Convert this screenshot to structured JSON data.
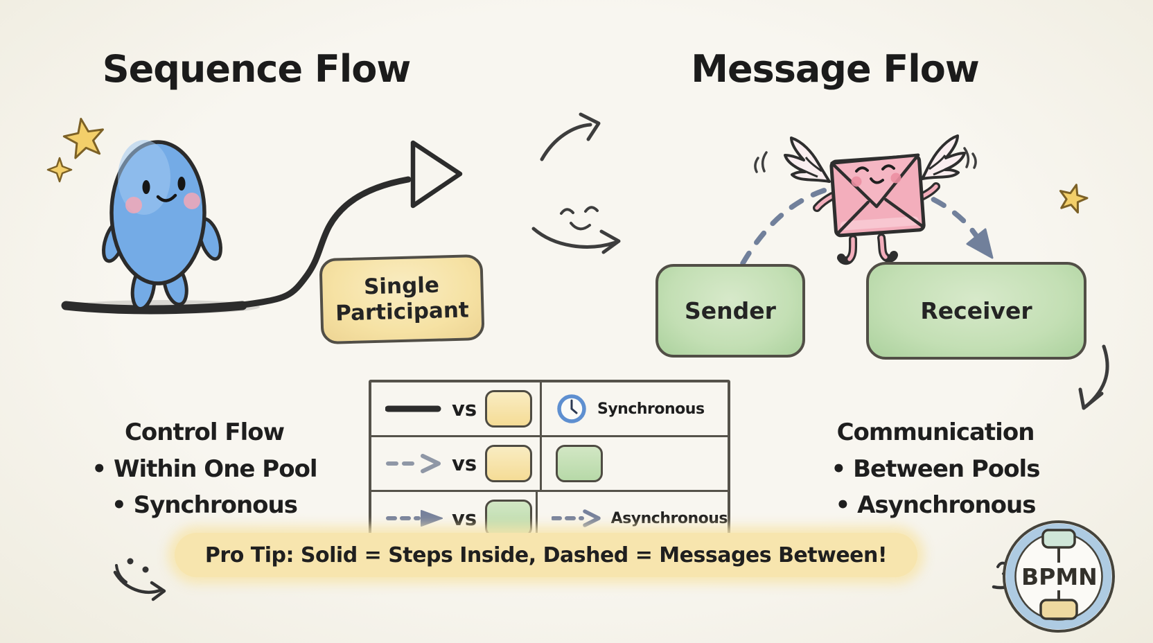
{
  "titles": {
    "sequence": "Sequence Flow",
    "message": "Message Flow"
  },
  "participants": {
    "single": "Single Participant",
    "sender": "Sender",
    "receiver": "Receiver"
  },
  "table": {
    "rows": [
      {
        "vs": "vs",
        "right_label": "Synchronous"
      },
      {
        "vs": "vs",
        "right_label": ""
      },
      {
        "vs": "vs",
        "right_label": "Asynchronous"
      }
    ]
  },
  "left_notes": {
    "heading": "Control Flow",
    "bullet1": "• Within One Pool",
    "bullet2": "• Synchronous"
  },
  "right_notes": {
    "heading": "Communication",
    "bullet1": "• Between Pools",
    "bullet2": "• Asynchronous"
  },
  "pro_tip": {
    "text": "Pro Tip: Solid = Steps Inside, Dashed = Messages Between!"
  },
  "badge": {
    "label": "BPMN"
  },
  "icons": {
    "row1_left": "solid-sequence-line",
    "row2_left": "dashed-arrow-open",
    "row3_left": "dashed-arrow-filled",
    "row1_right": "clock-icon",
    "row2_right": "green-task-box",
    "row3_right": "dashed-arrow"
  },
  "colors": {
    "background": "#f7f5ef",
    "ink": "#262626",
    "yellow_box": "#f6e2a4",
    "green_box": "#c3dfb4",
    "blue_character": "#74abe6",
    "pink_envelope": "#f3aebc",
    "dashed_arrow": "#71809b",
    "clock_blue": "#5e8fd0",
    "highlight": "#f7e5ae",
    "badge_ring": "#aecbe2",
    "star_gold": "#f3cf6a"
  }
}
